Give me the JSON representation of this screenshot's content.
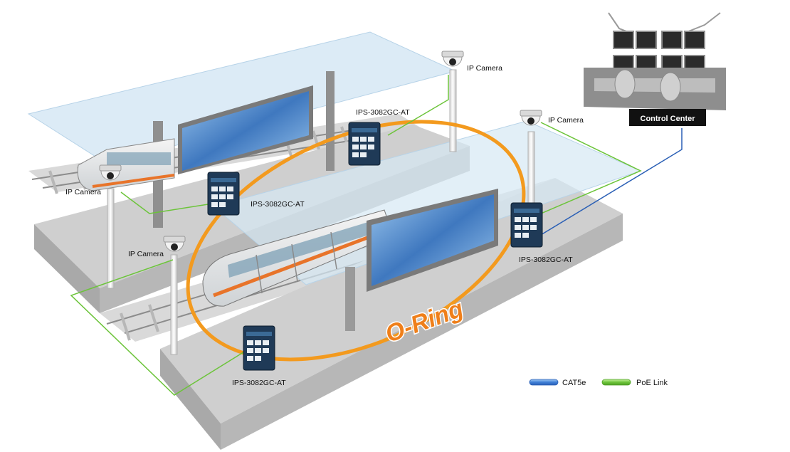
{
  "diagram": {
    "ring_label": "O-Ring",
    "control_center_label": "Control Center",
    "camera_labels": [
      "IP Camera",
      "IP Camera",
      "IP Camera",
      "IP Camera"
    ],
    "switch_labels": [
      "IPS-3082GC-AT",
      "IPS-3082GC-AT",
      "IPS-3082GC-AT",
      "IPS-3082GC-AT"
    ],
    "legend": [
      {
        "label": "CAT5e",
        "color": "#3f7fd6"
      },
      {
        "label": "PoE Link",
        "color": "#6cc43a"
      }
    ]
  },
  "colors": {
    "ring": "#f39a1e",
    "ring_text": "#ef7f1a",
    "platform_top": "#c9c9c9",
    "platform_side": "#a8a8a8",
    "canopy": "#d6e8f4",
    "screen": "#6fa3d8",
    "switch_body": "#1f3a57",
    "poe": "#6cc43a",
    "cat5e": "#2a5fb5"
  }
}
